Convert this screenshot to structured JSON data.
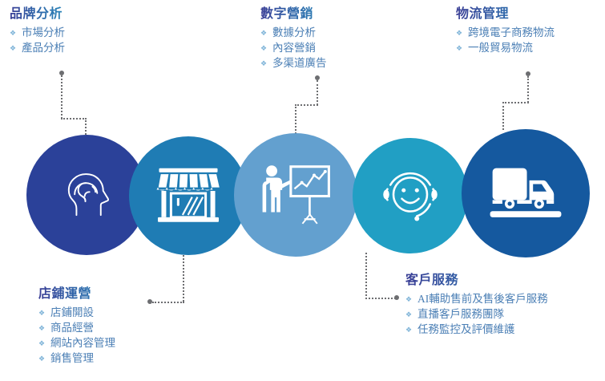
{
  "diagram": {
    "title_alt": "",
    "nodes": [
      {
        "id": "brand-analysis",
        "title": "品牌分析",
        "items": [
          "市場分析",
          "產品分析"
        ],
        "icon": "head-brain-icon",
        "color": "#2b4199"
      },
      {
        "id": "store-operation",
        "title": "店鋪運營",
        "items": [
          "店鋪開設",
          "商品經營",
          "網站內容管理",
          "銷售管理"
        ],
        "icon": "storefront-icon",
        "color": "#1f7cb4"
      },
      {
        "id": "digital-marketing",
        "title": "數字營銷",
        "items": [
          "數據分析",
          "內容營銷",
          "多渠道廣告"
        ],
        "icon": "presenter-chart-icon",
        "color": "#63a0cf"
      },
      {
        "id": "customer-service",
        "title": "客戶服務",
        "items": [
          "AI輔助售前及售後客戶服務",
          "直播客戶服務團隊",
          "任務監控及評價維護"
        ],
        "icon": "headset-smiley-icon",
        "color": "#219fc4"
      },
      {
        "id": "logistics-management",
        "title": "物流管理",
        "items": [
          "跨境電子商務物流",
          "一般貿易物流"
        ],
        "icon": "delivery-truck-icon",
        "color": "#15599f"
      }
    ],
    "palette": {
      "connector": "#6d6e71",
      "bullet": "#7fb4d8",
      "item_text": "#4b7fb5",
      "title_gradient_start": "#3b3f96",
      "title_gradient_end": "#2b86b8",
      "background": "#ffffff",
      "icon_fill": "#ffffff"
    }
  }
}
